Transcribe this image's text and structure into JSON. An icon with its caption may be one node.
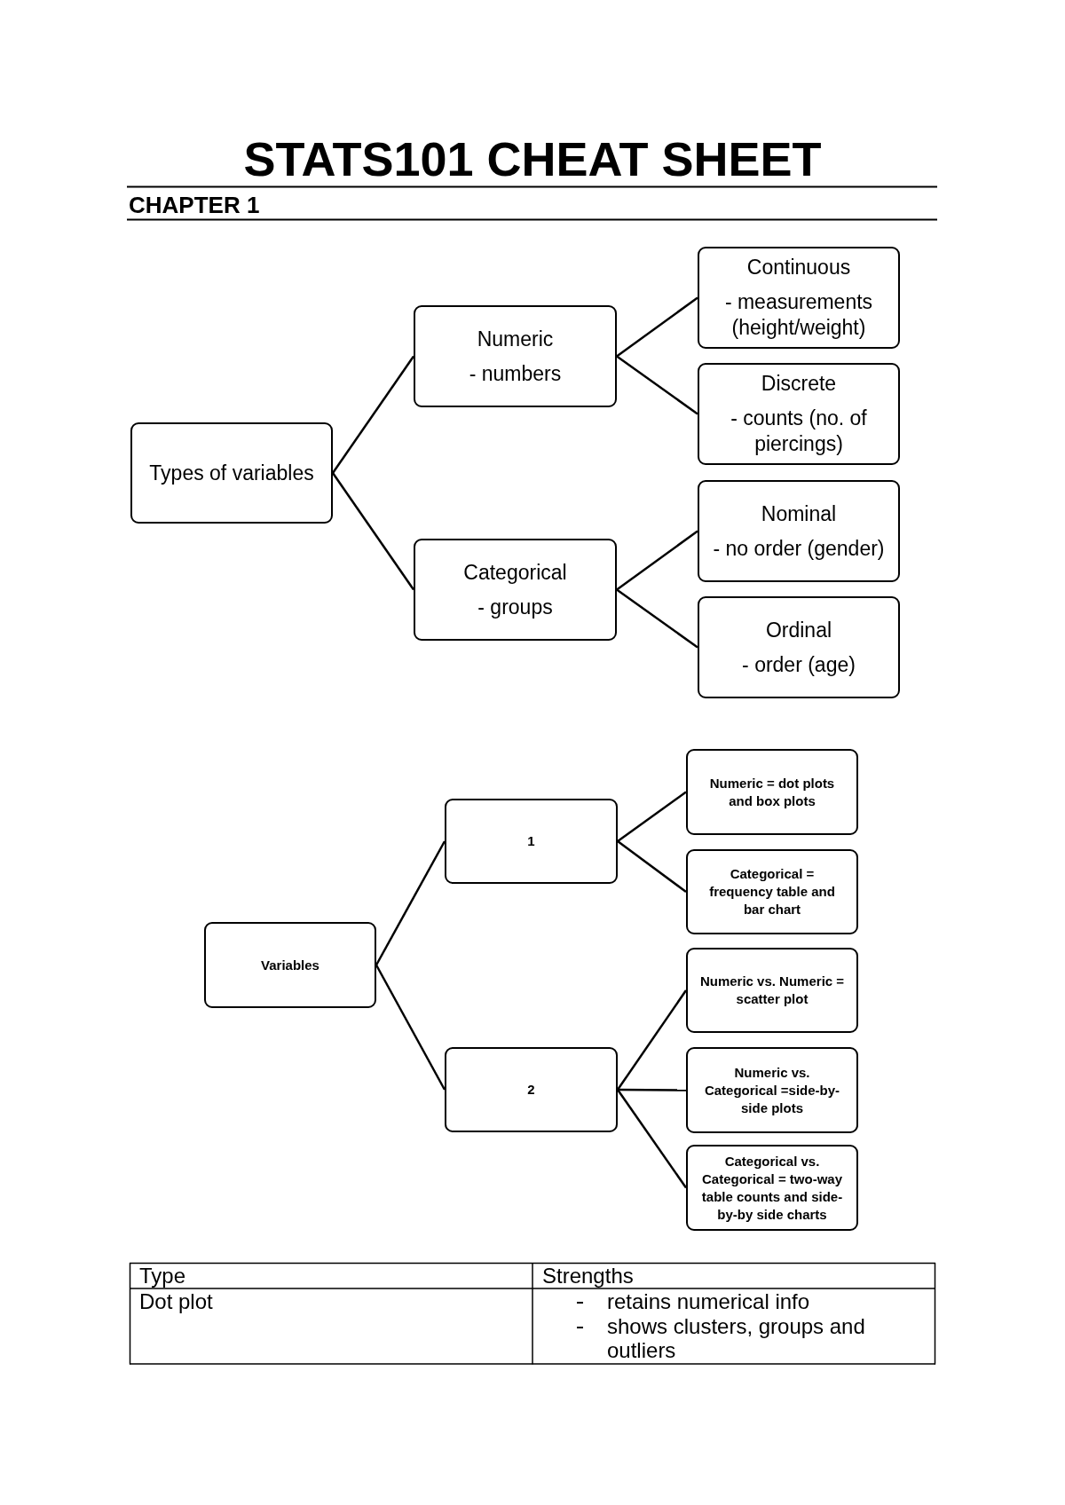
{
  "diagram": {
    "title": "STATS101 CHEAT SHEET",
    "nodes": [
      {
        "text": [
          "Types of variables"
        ]
      },
      {
        "text": [
          "Numeric",
          "- numbers"
        ]
      },
      {
        "text": [
          "Continuous",
          "- measurements (height/weight)"
        ]
      },
      {
        "text": [
          "Discrete",
          "- counts (no. of piercings)"
        ]
      },
      {
        "text": [
          "Categorical",
          "- groups"
        ]
      },
      {
        "text": [
          "Nominal",
          "- no order (gender)"
        ]
      },
      {
        "text": [
          "Ordinal",
          "- order (age)"
        ]
      },
      {
        "text": [
          "Variables"
        ]
      },
      {
        "text": [
          "1"
        ]
      },
      {
        "text": [
          "Numeric = dot plots and box plots"
        ]
      },
      {
        "text": [
          "Categorical = frequency table and bar chart"
        ]
      },
      {
        "text": [
          "2"
        ]
      },
      {
        "text": [
          "Numeric vs. Numeric = scatter plot"
        ]
      },
      {
        "text": [
          "Numeric vs. Categorical =side-by-side plots"
        ]
      },
      {
        "text": [
          "Categorical vs. Categorical = two-way table counts and side-by-by side charts"
        ]
      }
    ],
    "edges": [
      {
        "from": 0,
        "to": 1,
        "arrow": "none"
      },
      {
        "from": 0,
        "to": 4,
        "arrow": "none"
      },
      {
        "from": 1,
        "to": 2,
        "arrow": "none"
      },
      {
        "from": 1,
        "to": 3,
        "arrow": "none"
      },
      {
        "from": 4,
        "to": 5,
        "arrow": "none"
      },
      {
        "from": 4,
        "to": 6,
        "arrow": "none"
      },
      {
        "from": 7,
        "to": 8,
        "arrow": "none"
      },
      {
        "from": 7,
        "to": 11,
        "arrow": "none"
      },
      {
        "from": 8,
        "to": 9,
        "arrow": "none"
      },
      {
        "from": 8,
        "to": 10,
        "arrow": "none"
      },
      {
        "from": 11,
        "to": 12,
        "arrow": "none"
      },
      {
        "from": 11,
        "to": 13,
        "arrow": "none"
      },
      {
        "from": 11,
        "to": 14,
        "arrow": "none"
      }
    ],
    "labels": [
      "CHAPTER 1",
      "Type",
      "Strengths",
      "Dot plot",
      "retains numerical info",
      "shows clusters, groups and outliers"
    ]
  }
}
